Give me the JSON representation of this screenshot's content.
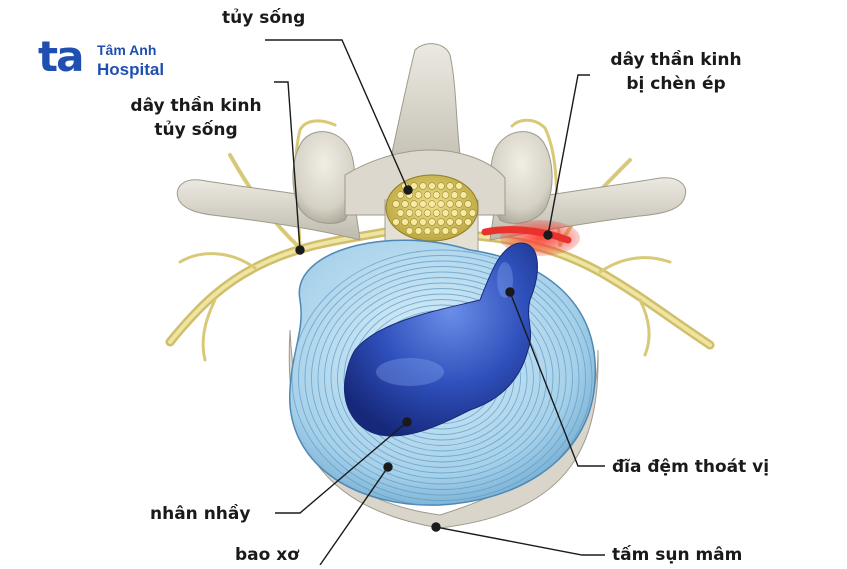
{
  "logo": {
    "mark": "ta",
    "line1": "Tâm Anh",
    "line2": "Hospital"
  },
  "labels": {
    "spinal_cord": "tủy sống",
    "spinal_nerve": [
      "dây thần kinh",
      "tủy sống"
    ],
    "compressed_nerve": [
      "dây thần kinh",
      "bị chèn ép"
    ],
    "herniated_disc": "đĩa đệm thoát vị",
    "nucleus_pulposus": "nhân nhầy",
    "annulus_fibrosus": "bao xơ",
    "endplate": "tấm sụn mâm"
  },
  "colors": {
    "bone": "#d6d2c6",
    "disc": "#a9d3ea",
    "nucleus": "#2d4fb8",
    "nerve": "#e2d48a",
    "compression": "#e8322b",
    "logo": "#1f4fb0"
  }
}
